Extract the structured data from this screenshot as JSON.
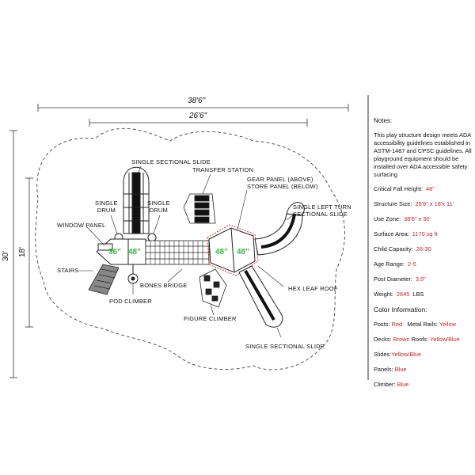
{
  "dimensions": {
    "overall_width": "38'6\"",
    "structure_width": "26'6\"",
    "overall_depth": "30'",
    "structure_depth": "18'"
  },
  "labels": {
    "single_sectional_slide_top": "SINGLE SECTIONAL SLIDE",
    "transfer_station": "TRANSFER STATION",
    "single_drum_left": "SINGLE\nDRUM",
    "single_drum_right": "SINGLE\nDRUM",
    "gear_panel": "GEAR PANEL (ABOVE)",
    "store_panel": "STORE PANEL (BELOW)",
    "single_left_turn": "SINGLE LEFT TURN\nSECTIONAL SLIDE",
    "window_panel": "WINDOW PANEL",
    "stairs": "STAIRS",
    "bones_bridge": "BONES BRIDGE",
    "pod_climber": "POD CLIMBER",
    "hex_leaf_roof": "HEX LEAF ROOF",
    "figure_climber": "FIGURE CLIMBER",
    "single_sectional_slide_bottom": "SINGLE SECTIONAL SLIDE"
  },
  "deck_heights": {
    "h1": "36\"",
    "h2": "48\"",
    "h3": "48\"",
    "h4": "48\""
  },
  "notes": {
    "title": "Notes:",
    "paragraph": "This play structure design meets ADA accessibility guidelines established in ASTM-1487 and CPSC guidelines. All playground equipment should be installed over ADA accessible safety surfacing",
    "specs": [
      {
        "label": "Critical Fall Height:",
        "value": "48\""
      },
      {
        "label": "Structure Size:",
        "value": "26'6\" x 18'x 11'"
      },
      {
        "label": "Use Zone:",
        "value": "38'6\" x 30'"
      },
      {
        "label": "Surface Area:",
        "value": "1170 sq ft"
      },
      {
        "label": "Child Capacity:",
        "value": "26-30"
      },
      {
        "label": "Age Range:",
        "value": "2-5"
      },
      {
        "label": "Post Diameter:",
        "value": "3.5\""
      },
      {
        "label": "Weight:",
        "value": "2645",
        "suffix": "LBS"
      }
    ],
    "color_title": "Color Information:",
    "colors": {
      "posts_label": "Posts:",
      "posts_value": "Red",
      "rails_label": "Metal Rails:",
      "rails_value": "Yellow",
      "decks_label": "Decks:",
      "decks_value": "Brown",
      "roofs_label": "Roofs:",
      "roofs_value": "Yellow/Blue",
      "slides_label": "Slides:",
      "slides_value": "Yellow/Blue",
      "panels_label": "Panels:",
      "panels_value": "Blue",
      "climber_label": "Climber:",
      "climber_value": "Blue"
    }
  },
  "colors": {
    "value_red": "#c0262d",
    "height_green": "#3ab54a",
    "roof_outline_red": "#c0262d"
  }
}
